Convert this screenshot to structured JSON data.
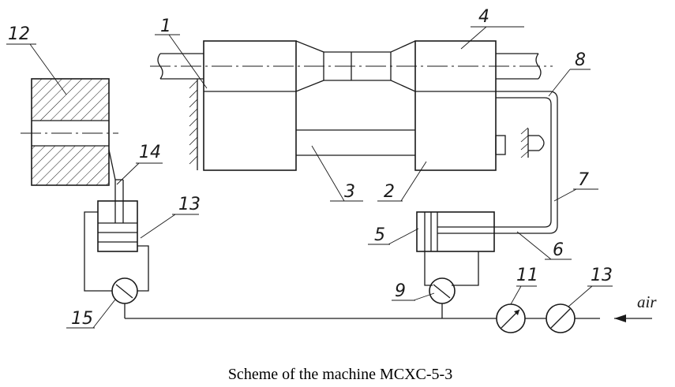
{
  "caption": "Scheme of the machine MCXC-5-3",
  "input_label": "air",
  "labels": {
    "l1": "1",
    "l2": "2",
    "l3": "3",
    "l4": "4",
    "l5": "5",
    "l6": "6",
    "l7": "7",
    "l8": "8",
    "l9": "9",
    "l11": "11",
    "l12": "12",
    "l13a": "13",
    "l13b": "13",
    "l14": "14",
    "l15": "15"
  }
}
